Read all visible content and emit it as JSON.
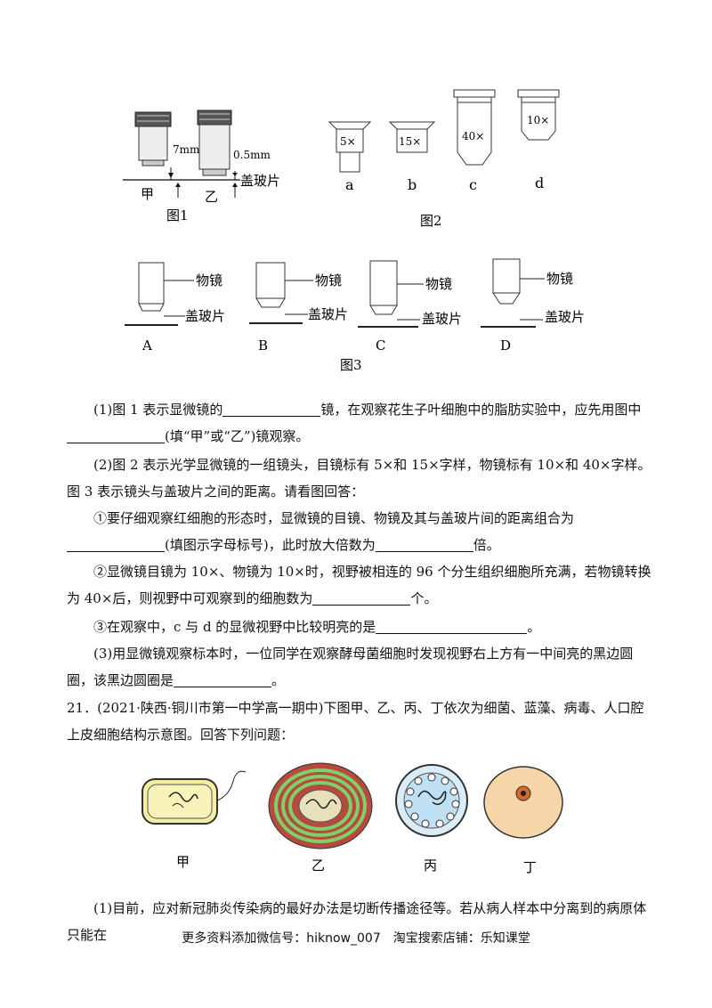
{
  "figures": {
    "fig1": {
      "caption": "图1",
      "obj_left": "甲",
      "obj_right": "乙",
      "dist_left": "7mm",
      "dist_right": "0.5mm",
      "slide": "盖玻片"
    },
    "fig2": {
      "caption": "图2",
      "items": [
        {
          "letter": "a",
          "mark": "5×"
        },
        {
          "letter": "b",
          "mark": "15×"
        },
        {
          "letter": "c",
          "mark": "40×"
        },
        {
          "letter": "d",
          "mark": "10×"
        }
      ]
    },
    "fig3": {
      "caption": "图3",
      "objective": "物镜",
      "slide": "盖玻片",
      "letters": [
        "A",
        "B",
        "C",
        "D"
      ]
    },
    "fig4": {
      "labels": [
        "甲",
        "乙",
        "丙",
        "丁"
      ]
    }
  },
  "q20": {
    "p1_a": "(1)图 1 表示显微镜的",
    "p1_b": "镜，在观察花生子叶细胞中的脂肪实验中，应先用图中",
    "p1_c": "(填“甲”或“乙”)镜观察。",
    "p2_a": "(2)图 2 表示光学显微镜的一组镜头，目镜标有 5×和 15×字样，物镜标有 10×和 40×字样。图 3 表示镜头与盖玻片之间的距离。请看图回答：",
    "p3_a": "①要仔细观察红细胞的形态时，显微镜的目镜、物镜及其与盖玻片间的距离组合为",
    "p3_b": "(填图示字母标号)，此时放大倍数为",
    "p3_c": "倍。",
    "p4_a": "②显微镜目镜为 10×、物镜为 10×时，视野被相连的 96 个分生组织细胞所充满，若物镜转换为 40×后，则视野中可观察到的细胞数为",
    "p4_b": "个。",
    "p5_a": "③在观察中，c 与 d 的显微视野中比较明亮的是",
    "p5_b": "。",
    "p6_a": "(3)用显微镜观察标本时，一位同学在观察酵母菌细胞时发现视野右上方有一中间亮的黑边圆圈，该黑边圆圈是",
    "p6_b": "。"
  },
  "q21": {
    "intro": "21．(2021·陕西·铜川市第一中学高一期中)下图甲、乙、丙、丁依次为细菌、蓝藻、病毒、人口腔上皮细胞结构示意图。回答下列问题：",
    "p1": "(1)目前，应对新冠肺炎传染病的最好办法是切断传播途径等。若从病人样本中分离到的病原体只能在"
  },
  "footer": "更多资料添加微信号：hiknow_007　淘宝搜索店铺：乐知课堂"
}
